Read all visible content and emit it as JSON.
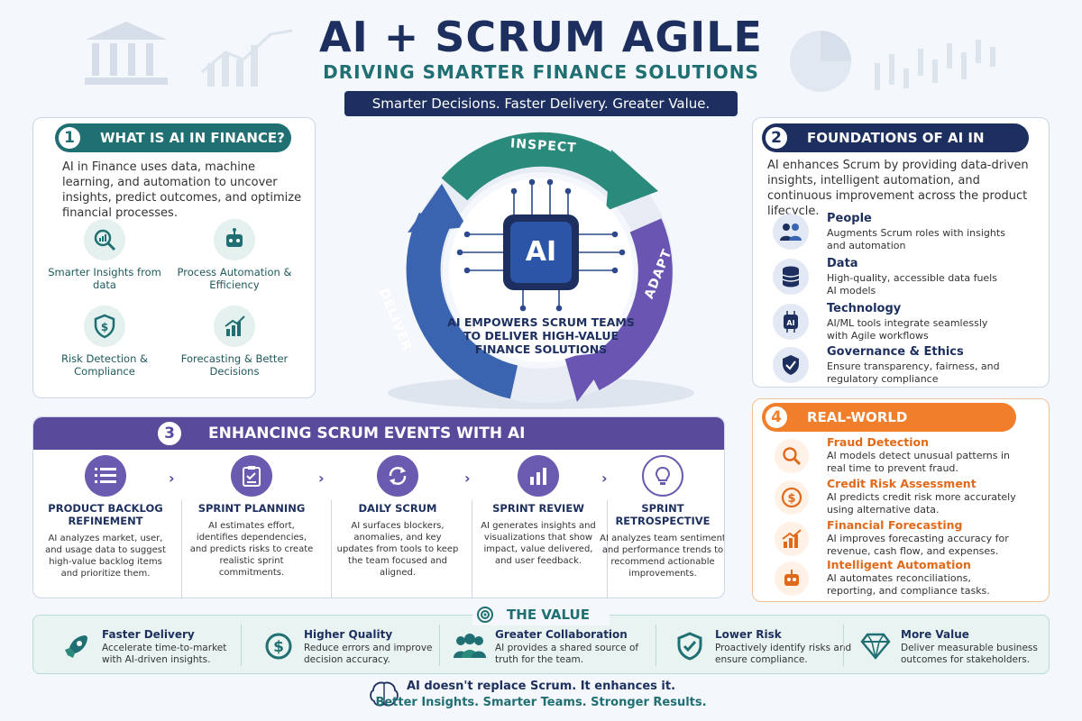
{
  "header": {
    "title": "AI + SCRUM AGILE",
    "subtitle": "DRIVING SMARTER FINANCE SOLUTIONS",
    "tagline": "Smarter Decisions. Faster Delivery. Greater Value."
  },
  "colors": {
    "navy": "#1d2f5e",
    "teal": "#1f6f73",
    "purple": "#5a4a9c",
    "orange": "#e06a1b"
  },
  "section1": {
    "number": "1",
    "title": "WHAT IS AI IN FINANCE?",
    "description": "AI in Finance uses data, machine learning, and automation to uncover insights, predict outcomes, and optimize financial processes.",
    "items": [
      {
        "icon": "magnifier-chart-icon",
        "label": "Smarter Insights from data"
      },
      {
        "icon": "robot-icon",
        "label": "Process Automation & Efficiency"
      },
      {
        "icon": "shield-dollar-icon",
        "label": "Risk Detection & Compliance"
      },
      {
        "icon": "trend-chart-icon",
        "label": "Forecasting & Better Decisions"
      }
    ]
  },
  "section2": {
    "number": "2",
    "title": "FOUNDATIONS OF AI IN SCRUM",
    "description": "AI enhances Scrum by providing data-driven insights, intelligent automation, and continuous improvement across the product lifecycle.",
    "items": [
      {
        "icon": "people-icon",
        "title": "People",
        "desc": "Augments Scrum roles with insights and automation"
      },
      {
        "icon": "database-icon",
        "title": "Data",
        "desc": "High-quality, accessible data fuels AI models"
      },
      {
        "icon": "ai-chip-icon",
        "title": "Technology",
        "desc": "AI/ML tools integrate seamlessly with Agile workflows"
      },
      {
        "icon": "shield-check-icon",
        "title": "Governance & Ethics",
        "desc": "Ensure transparency, fairness, and regulatory compliance"
      }
    ]
  },
  "cycle": {
    "inspect": "INSPECT",
    "adapt": "ADAPT",
    "deliver": "DELIVER",
    "chip": "AI",
    "message": "AI EMPOWERS SCRUM TEAMS TO DELIVER HIGH-VALUE FINANCE SOLUTIONS"
  },
  "section3": {
    "number": "3",
    "title": "ENHANCING SCRUM EVENTS WITH AI",
    "events": [
      {
        "icon": "list-icon",
        "title": "PRODUCT BACKLOG REFINEMENT",
        "desc": "AI analyzes market, user, and usage data to suggest high-value backlog items and prioritize them."
      },
      {
        "icon": "clipboard-icon",
        "title": "SPRINT PLANNING",
        "desc": "AI estimates effort, identifies dependencies, and predicts risks to create realistic sprint commitments."
      },
      {
        "icon": "refresh-icon",
        "title": "DAILY SCRUM",
        "desc": "AI surfaces blockers, anomalies, and key updates from tools to keep the team focused and aligned."
      },
      {
        "icon": "bar-chart-icon",
        "title": "SPRINT REVIEW",
        "desc": "AI generates insights and visualizations that show impact, value delivered, and user feedback."
      },
      {
        "icon": "lightbulb-icon",
        "title": "SPRINT RETROSPECTIVE",
        "desc": "AI analyzes team sentiment and performance trends to recommend actionable improvements."
      }
    ]
  },
  "section4": {
    "number": "4",
    "title": "REAL-WORLD APPLICATIONS",
    "items": [
      {
        "icon": "search-icon",
        "title": "Fraud Detection",
        "desc": "AI models detect unusual patterns in real time to prevent fraud."
      },
      {
        "icon": "dollar-circle-icon",
        "title": "Credit Risk Assessment",
        "desc": "AI predicts credit risk more accurately using alternative data."
      },
      {
        "icon": "trend-chart-icon",
        "title": "Financial Forecasting",
        "desc": "AI improves forecasting accuracy for revenue, cash flow, and expenses."
      },
      {
        "icon": "robot-icon",
        "title": "Intelligent Automation",
        "desc": "AI automates reconciliations, reporting, and compliance tasks."
      }
    ]
  },
  "value": {
    "title": "THE VALUE",
    "items": [
      {
        "icon": "rocket-icon",
        "title": "Faster Delivery",
        "desc": "Accelerate time-to-market with AI-driven insights."
      },
      {
        "icon": "dollar-circle-icon",
        "title": "Higher Quality",
        "desc": "Reduce errors and improve decision accuracy."
      },
      {
        "icon": "team-icon",
        "title": "Greater Collaboration",
        "desc": "AI provides a shared source of truth for the team."
      },
      {
        "icon": "shield-check-icon",
        "title": "Lower Risk",
        "desc": "Proactively identify risks and ensure compliance."
      },
      {
        "icon": "diamond-icon",
        "title": "More Value",
        "desc": "Deliver measurable business outcomes for stakeholders."
      }
    ]
  },
  "footer": {
    "line1": "AI doesn't replace Scrum. It enhances it.",
    "line2": "Better Insights. Smarter Teams. Stronger Results."
  }
}
